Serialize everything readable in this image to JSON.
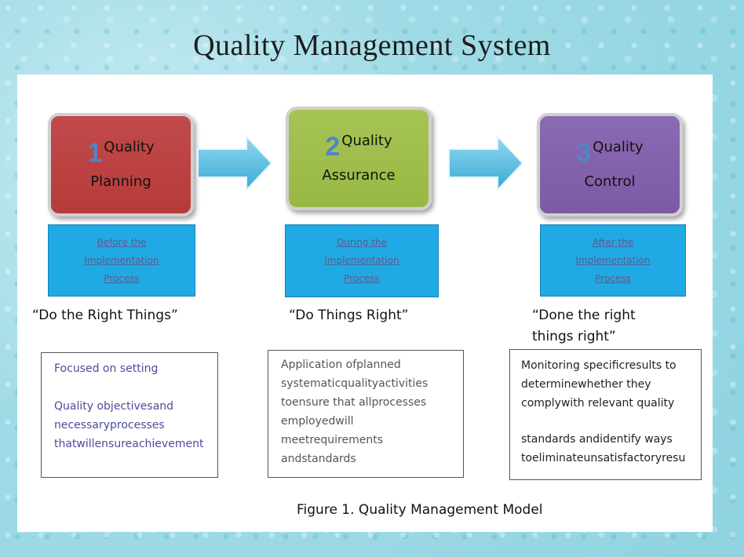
{
  "title": "Quality Management System",
  "stages": [
    {
      "number": "1",
      "line1": "Quality",
      "line2": "Planning",
      "color": "#b63b3b",
      "timing": "Before the\nImplementation\nProcess",
      "quote": "“Do the Right Things”",
      "description": [
        "Focused on setting",
        "Quality objectivesand",
        "necessaryprocesses",
        "thatwillensureachievement"
      ]
    },
    {
      "number": "2",
      "line1": "Quality",
      "line2": "Assurance",
      "color": "#98b845",
      "timing": "During the\nImplementation\nProcess",
      "quote": "“Do Things Right”",
      "description": [
        "Application ofplanned",
        "systematicqualityactivities",
        "toensure that allprocesses",
        "employedwill",
        "meetrequirements",
        "andstandards"
      ]
    },
    {
      "number": "3",
      "line1": "Quality",
      "line2": "Control",
      "color": "#7c5ba6",
      "timing": "After the\nImplementation\nProcess",
      "quote": "“Done the right things right”",
      "description": [
        "Monitoring specificresults to",
        "determinewhether they",
        "complywith relevant quality",
        "standards andidentify ways",
        "toeliminateunsatisfactoryresu"
      ]
    }
  ],
  "caption": "Figure 1. Quality Management Model",
  "colors": {
    "blue_box": "#1faae6",
    "arrow": "#5cc2e6"
  }
}
